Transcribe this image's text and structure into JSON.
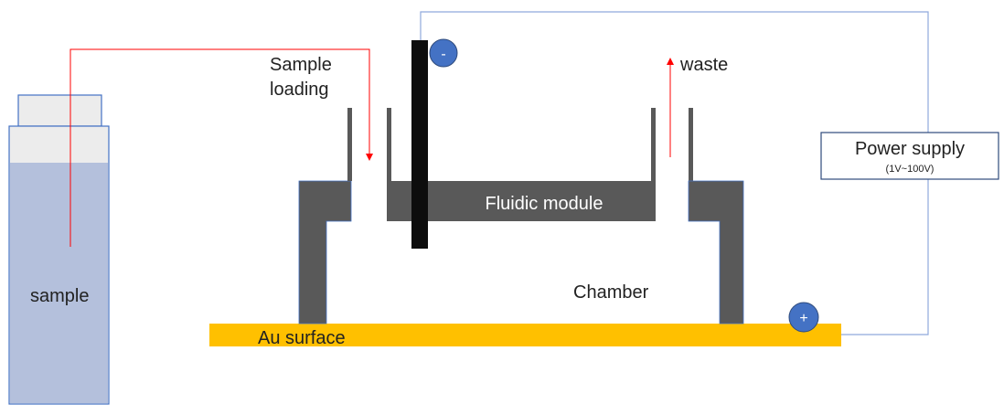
{
  "labels": {
    "sample_loading_line1": "Sample",
    "sample_loading_line2": "loading",
    "waste": "waste",
    "fluidic_module": "Fluidic module",
    "chamber": "Chamber",
    "au_surface": "Au surface",
    "sample": "sample",
    "power_supply": "Power supply",
    "voltage_range": "(1V~100V)",
    "negative_terminal": "-",
    "positive_terminal": "+"
  },
  "colors": {
    "module_gray": "#595959",
    "electrode_black": "#0d0d0d",
    "gold": "#ffc000",
    "terminal_blue": "#4472c4",
    "wire_blue": "#8fa9dc",
    "flow_red": "#ff0000",
    "vial_liquid": "#b4c0dc",
    "vial_glass": "#ececec",
    "vial_border": "#4472c4"
  }
}
